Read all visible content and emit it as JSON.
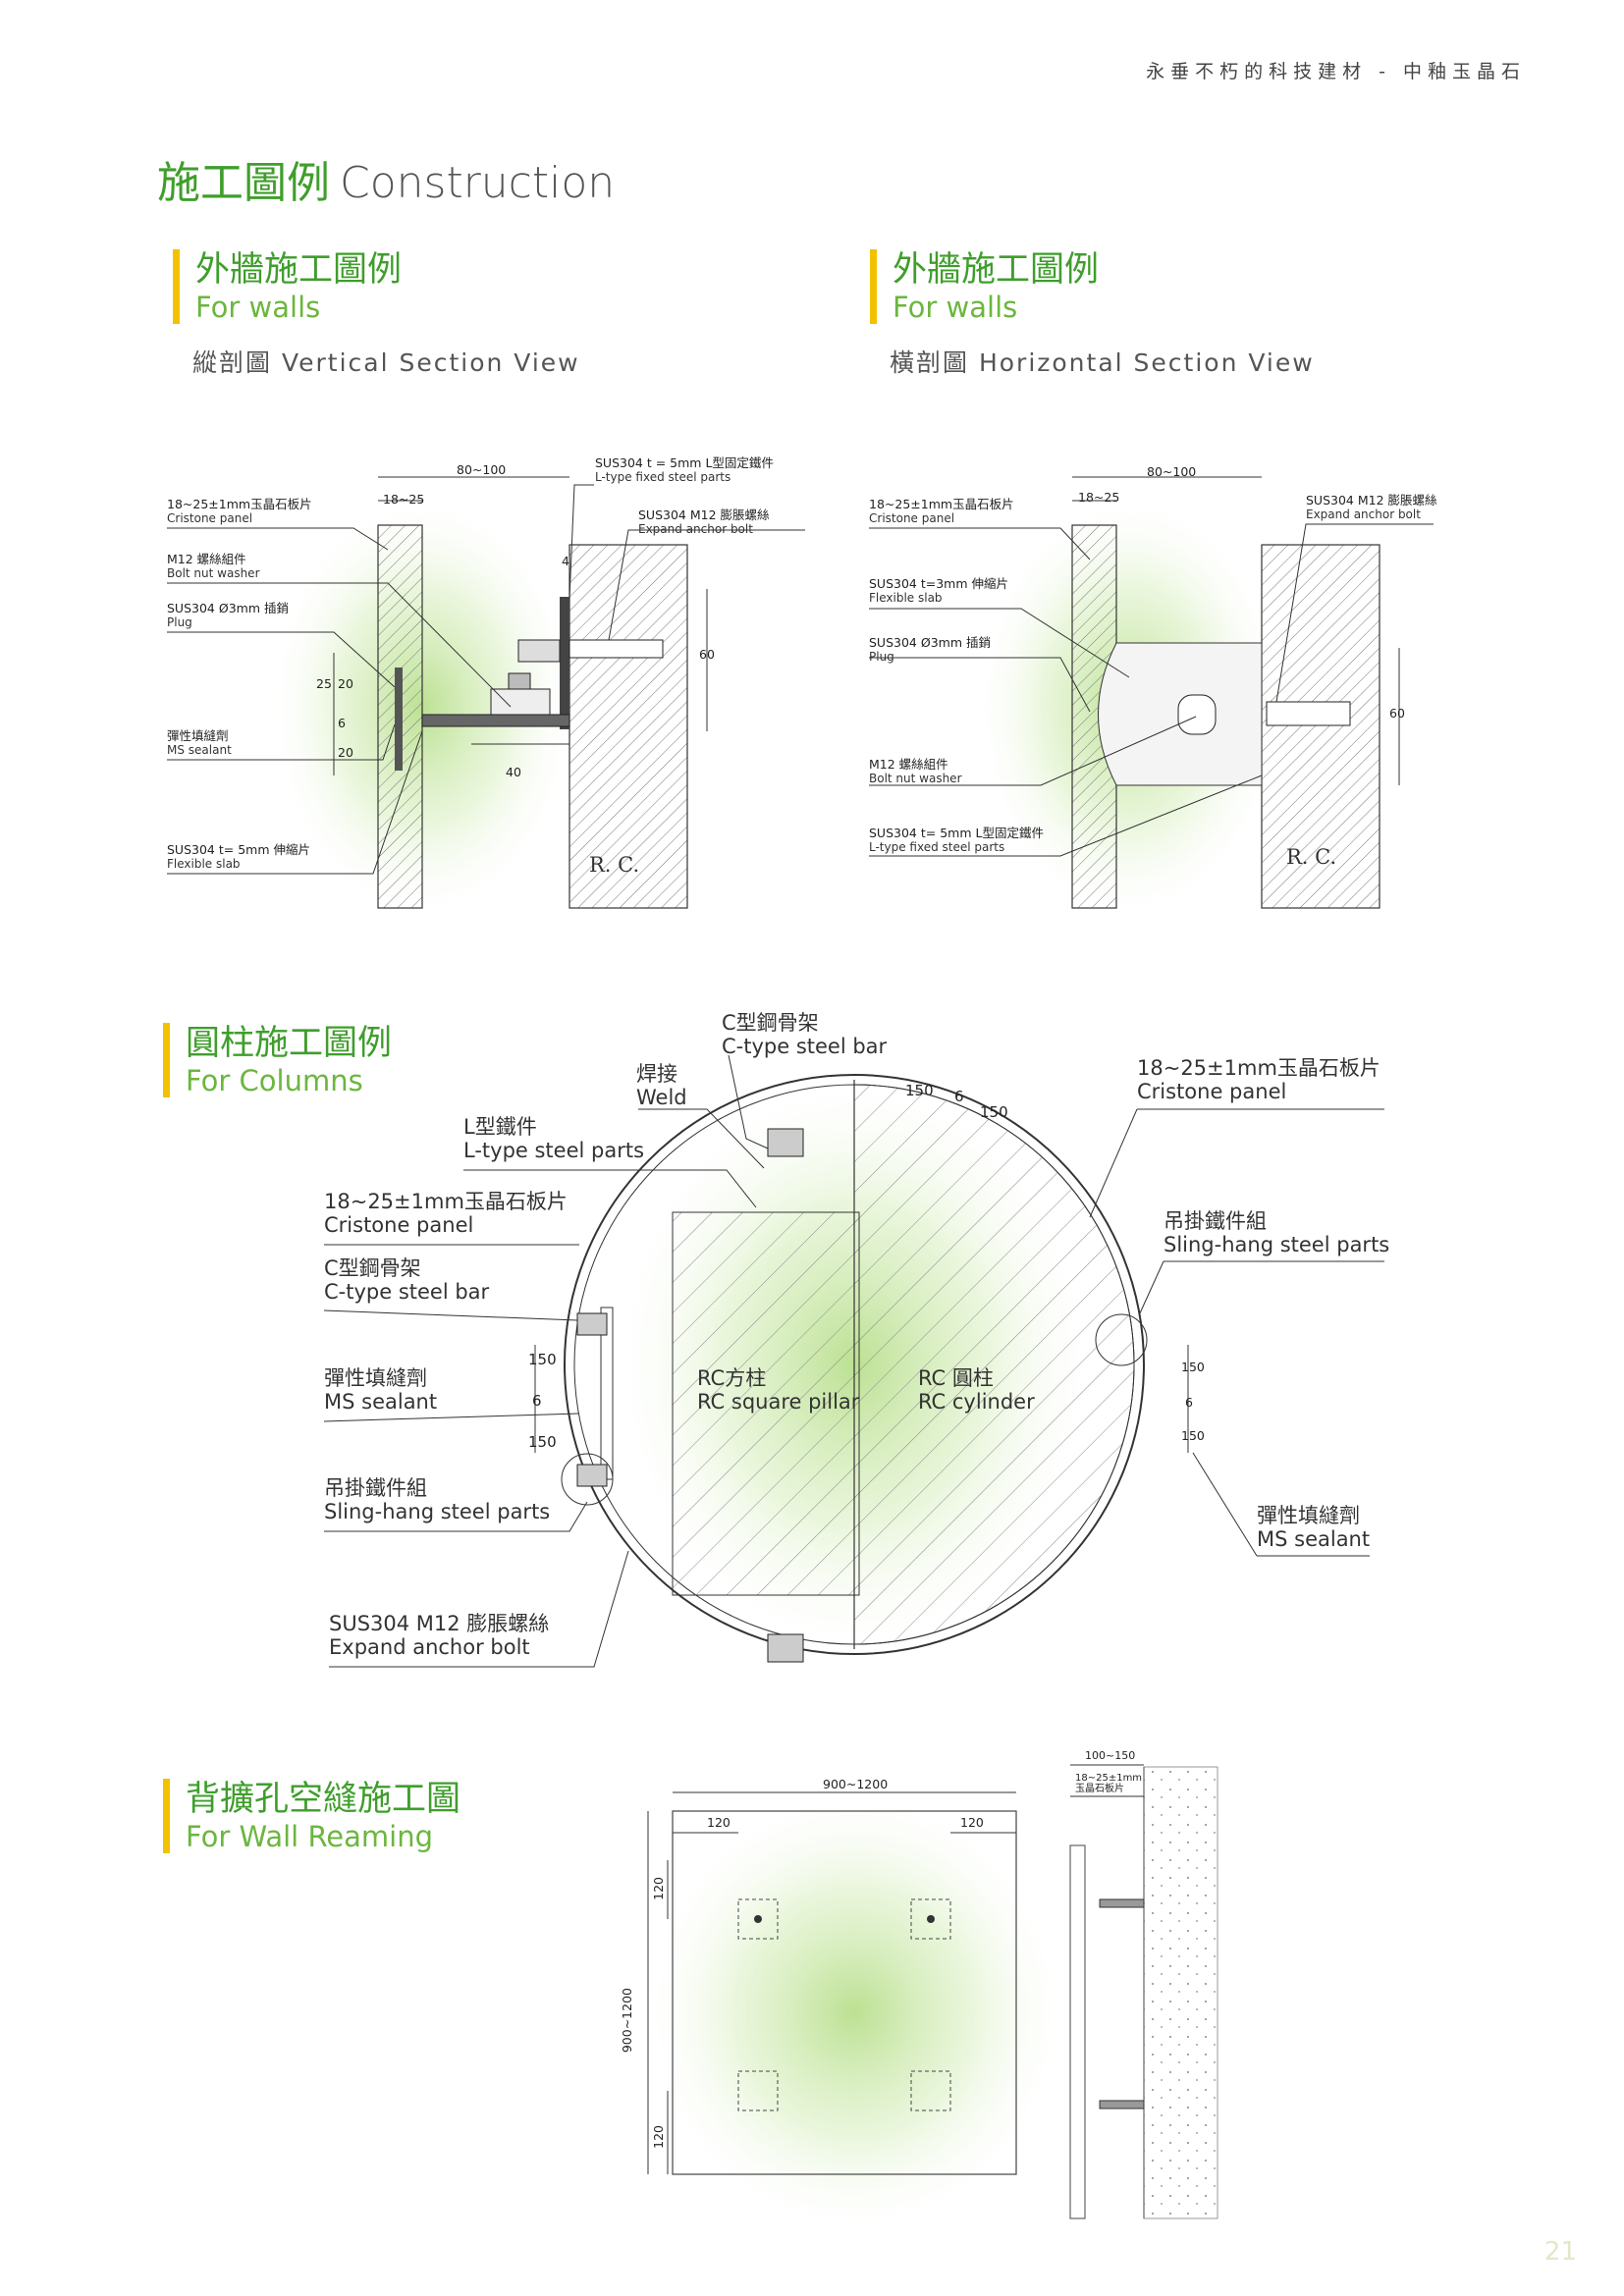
{
  "header": {
    "tagline": "永垂不朽的科技建材 - 中釉玉晶石"
  },
  "page_title": {
    "zh": "施工圖例",
    "en": "Construction"
  },
  "sections": {
    "walls_vertical": {
      "zh": "外牆施工圖例",
      "en": "For walls",
      "subtitle": "縱剖圖 Vertical Section View"
    },
    "walls_horizontal": {
      "zh": "外牆施工圖例",
      "en": "For walls",
      "subtitle": "橫剖圖 Horizontal Section View"
    },
    "columns": {
      "zh": "圓柱施工圖例",
      "en": "For Columns"
    },
    "reaming": {
      "zh": "背擴孔空縫施工圖",
      "en": "For Wall Reaming"
    }
  },
  "vertical_labels": {
    "panel": {
      "zh": "18~25±1mm玉晶石板片",
      "en": "Cristone panel"
    },
    "bolt": {
      "zh": "M12 螺絲組件",
      "en": "Bolt nut washer"
    },
    "plug": {
      "zh": "SUS304 Ø3mm 插銷",
      "en": "Plug"
    },
    "sealant": {
      "zh": "彈性填縫劑",
      "en": "MS sealant"
    },
    "flexible": {
      "zh": "SUS304 t= 5mm 伸縮片",
      "en": "Flexible slab"
    },
    "lfixed": {
      "zh": "SUS304 t = 5mm L型固定鐵件",
      "en": "L-type fixed steel parts"
    },
    "anchor": {
      "zh": "SUS304 M12 膨脹螺絲",
      "en": "Expand anchor bolt"
    },
    "dims": {
      "d1": "80~100",
      "d2": "18~25",
      "d3": "25",
      "d4": "20",
      "d5": "6",
      "d6": "20",
      "d7": "40",
      "d8": "60",
      "d9": "4"
    },
    "rc": "R. C."
  },
  "horizontal_labels": {
    "panel": {
      "zh": "18~25±1mm玉晶石板片",
      "en": "Cristone panel"
    },
    "flexible": {
      "zh": "SUS304 t=3mm 伸縮片",
      "en": "Flexible slab"
    },
    "plug": {
      "zh": "SUS304 Ø3mm 插銷",
      "en": "Plug"
    },
    "bolt": {
      "zh": "M12 螺絲組件",
      "en": "Bolt nut washer"
    },
    "lfixed": {
      "zh": "SUS304 t= 5mm L型固定鐵件",
      "en": "L-type fixed steel parts"
    },
    "anchor": {
      "zh": "SUS304 M12 膨脹螺絲",
      "en": "Expand anchor bolt"
    },
    "dims": {
      "d1": "80~100",
      "d2": "18~25",
      "d3": "60"
    },
    "rc": "R. C."
  },
  "column_labels": {
    "cbar_top": {
      "zh": "C型鋼骨架",
      "en": "C-type steel bar"
    },
    "weld": {
      "zh": "焊接",
      "en": "Weld"
    },
    "lsteel": {
      "zh": "L型鐵件",
      "en": "L-type steel parts"
    },
    "panel_left": {
      "zh": "18~25±1mm玉晶石板片",
      "en": "Cristone panel"
    },
    "cbar_left": {
      "zh": "C型鋼骨架",
      "en": "C-type steel bar"
    },
    "sealant_left": {
      "zh": "彈性填縫劑",
      "en": "MS sealant"
    },
    "sling_left": {
      "zh": "吊掛鐵件組",
      "en": "Sling-hang steel parts"
    },
    "anchor": {
      "zh": "SUS304 M12 膨脹螺絲",
      "en": "Expand anchor bolt"
    },
    "panel_right": {
      "zh": "18~25±1mm玉晶石板片",
      "en": "Cristone panel"
    },
    "sling_right": {
      "zh": "吊掛鐵件組",
      "en": "Sling-hang steel parts"
    },
    "sealant_right": {
      "zh": "彈性填縫劑",
      "en": "MS sealant"
    },
    "square": {
      "zh": "RC方柱",
      "en": "RC square pillar"
    },
    "cylinder": {
      "zh": "RC 圓柱",
      "en": "RC cylinder"
    },
    "dims": {
      "d1": "150",
      "d2": "6",
      "d3": "150",
      "d4": "150",
      "d5": "6",
      "d6": "150",
      "d7": "150",
      "d8": "6",
      "d9": "150"
    }
  },
  "reaming_labels": {
    "width": "900~1200",
    "height": "900~1200",
    "e1": "120",
    "e2": "120",
    "e3": "120",
    "e4": "120",
    "gap": "100~150",
    "panel": "18~25±1mm",
    "panel2": "玉晶石板片"
  },
  "page_number": "21"
}
